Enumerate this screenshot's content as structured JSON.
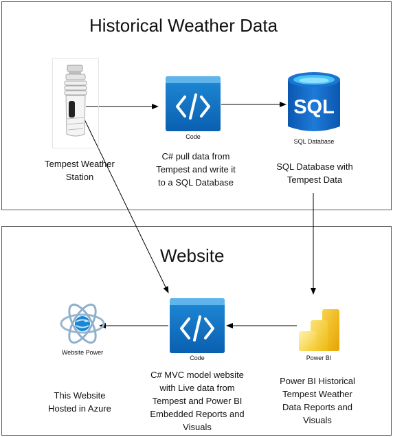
{
  "top": {
    "title": "Historical Weather Data",
    "station": {
      "icon": "weather-station-icon",
      "caption_lines": [
        "Tempest Weather",
        "Station"
      ]
    },
    "code": {
      "icon": "code-icon",
      "label": "Code",
      "caption_lines": [
        "C# pull data from",
        "Tempest and write it",
        "to a SQL Database"
      ]
    },
    "sql": {
      "icon": "sql-database-icon",
      "icon_text": "SQL",
      "label": "SQL Database",
      "caption_lines": [
        "SQL Database with",
        "Tempest Data"
      ]
    }
  },
  "bottom": {
    "title": "Website",
    "website": {
      "icon": "website-power-icon",
      "label": "Website Power",
      "caption_lines": [
        "This Website",
        "Hosted in Azure"
      ]
    },
    "code": {
      "icon": "code-icon",
      "label": "Code",
      "caption_lines": [
        "C# MVC model website",
        "with Live data from",
        "Tempest and Power BI",
        "Embedded Reports and",
        "Visuals"
      ]
    },
    "powerbi": {
      "icon": "power-bi-icon",
      "label": "Power BI",
      "caption_lines": [
        "Power BI Historical",
        "Tempest Weather",
        "Data Reports and",
        "Visuals"
      ]
    }
  },
  "colors": {
    "azure_blue": "#0a6ed1",
    "sql_blue": "#0b64c8",
    "powerbi_yellow": "#f2c811",
    "panel_border": "#555555"
  }
}
